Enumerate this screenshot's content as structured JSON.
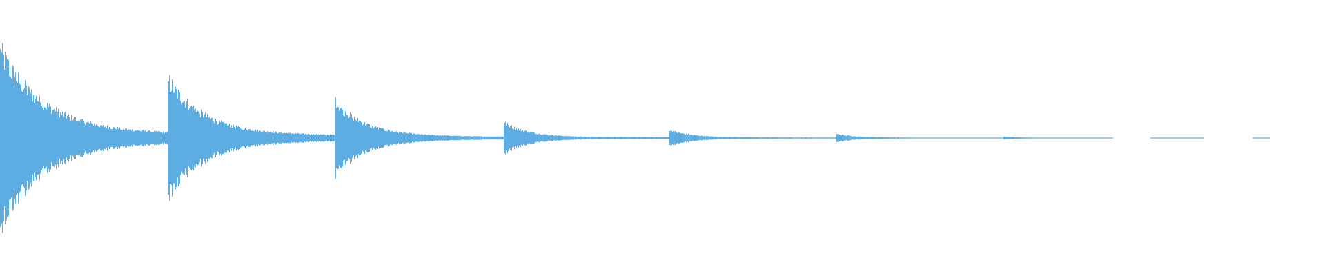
{
  "waveform": {
    "color": "#5DADE2",
    "background": "#FFFFFF",
    "style": "mirrored-amplitude",
    "hits": [
      {
        "start": 0.0,
        "peak": 0.66,
        "sustain": 0.06,
        "decay": 0.032
      },
      {
        "start": 0.127,
        "peak": 0.44,
        "sustain": 0.04,
        "decay": 0.026
      },
      {
        "start": 0.253,
        "peak": 0.28,
        "sustain": 0.02,
        "decay": 0.022
      },
      {
        "start": 0.38,
        "peak": 0.12,
        "sustain": 0.01,
        "decay": 0.018
      },
      {
        "start": 0.505,
        "peak": 0.06,
        "sustain": 0.006,
        "decay": 0.016
      },
      {
        "start": 0.631,
        "peak": 0.03,
        "sustain": 0.004,
        "decay": 0.014
      },
      {
        "start": 0.757,
        "peak": 0.01,
        "sustain": 0.002,
        "decay": 0.012
      }
    ],
    "sparse_tail": [
      {
        "from": 0.785,
        "to": 0.838
      },
      {
        "from": 0.81,
        "to": 0.84
      },
      {
        "from": 0.868,
        "to": 0.908
      },
      {
        "from": 0.945,
        "to": 0.958
      }
    ]
  }
}
